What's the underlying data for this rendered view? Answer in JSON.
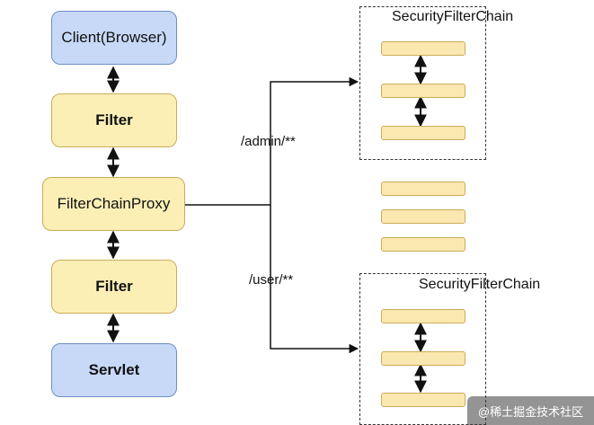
{
  "left_stack": {
    "client": "Client(Browser)",
    "filter_top": "Filter",
    "proxy": "FilterChainProxy",
    "filter_bottom": "Filter",
    "servlet": "Servlet"
  },
  "routes": {
    "admin": "/admin/**",
    "user": "/user/**"
  },
  "chains": {
    "top_title": "SecurityFilterChain",
    "bottom_title": "SecurityFilterChain"
  },
  "watermark": "@稀土掘金技术社区",
  "colors": {
    "yellow_fill": "#fbefb6",
    "blue_fill": "#c7d9f7",
    "yellow_border": "#c9ad5a",
    "blue_border": "#6f8fc7"
  }
}
